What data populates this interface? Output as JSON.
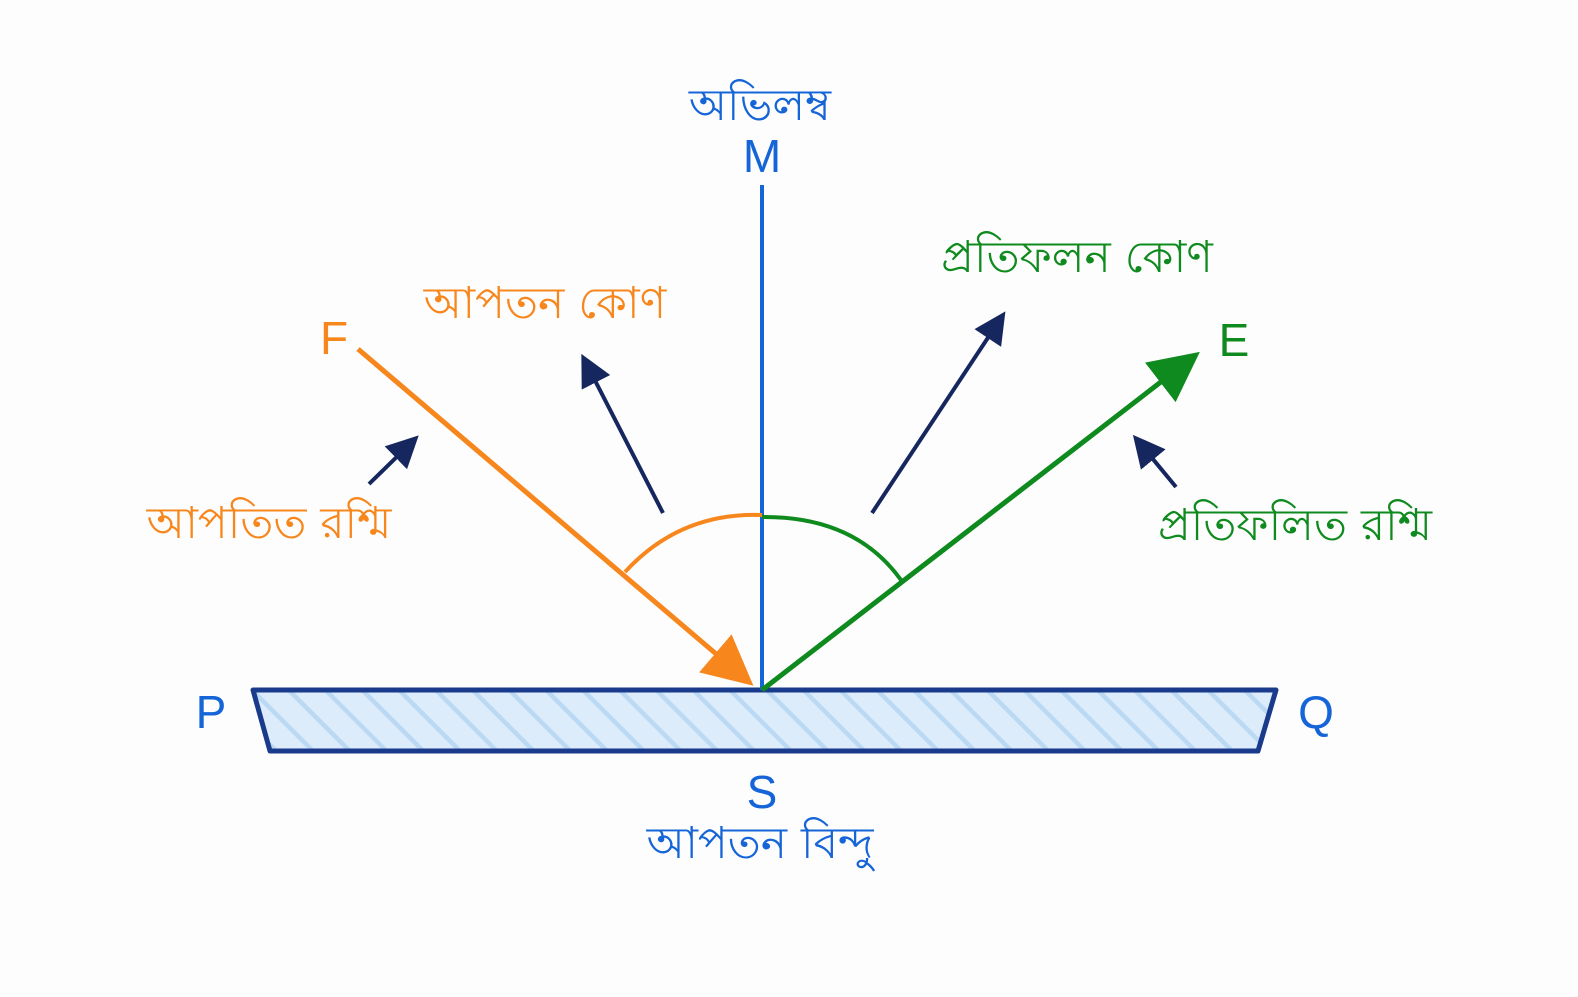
{
  "labels": {
    "normal": "অভিলম্ব",
    "point_m": "M",
    "point_f": "F",
    "point_e": "E",
    "point_p": "P",
    "point_q": "Q",
    "point_s": "S",
    "angle_incidence": "আপতন কোণ",
    "angle_reflection": "প্রতিফলন কোণ",
    "incident_ray": "আপতিত রশ্মি",
    "reflected_ray": "প্রতিফলিত রশ্মি",
    "point_of_incidence": "আপতন বিন্দু"
  },
  "colors": {
    "normal": "#1565d8",
    "incident": "#f7861c",
    "reflected": "#0f8a1e",
    "pointer": "#15275e",
    "mirror_stroke": "#1a3a8c",
    "mirror_fill": "#dcecfb",
    "mirror_hatch": "#bcd9f4"
  }
}
